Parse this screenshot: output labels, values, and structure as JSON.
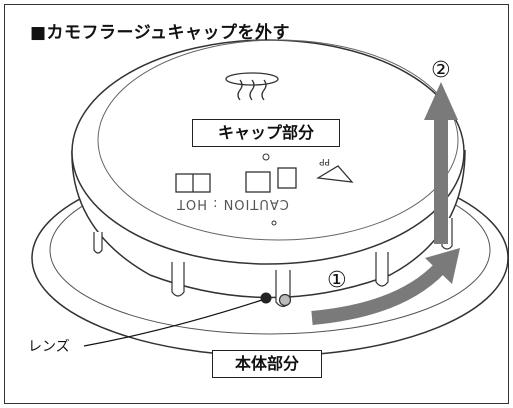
{
  "heading": "■カモフラージュキャップを外す",
  "labels": {
    "cap_part": "キャップ部分",
    "body_part": "本体部分",
    "lens": "レンズ",
    "step1": "①",
    "step2": "②",
    "caution_text": "CAUTION : HOT"
  },
  "colors": {
    "arrow_gray": "#7a7a7a",
    "outline": "#333333"
  },
  "icons": [
    "steam-icon",
    "recycle-pp-icon",
    "recycle-5-icon",
    "plastic-mark-icon"
  ]
}
